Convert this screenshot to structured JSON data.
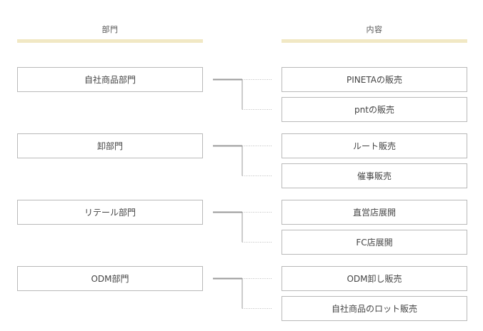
{
  "headers": {
    "left": "部門",
    "right": "内容"
  },
  "groups": [
    {
      "department": "自社商品部門",
      "items": [
        "PINETAの販売",
        "pntの販売"
      ]
    },
    {
      "department": "卸部門",
      "items": [
        "ルート販売",
        "催事販売"
      ]
    },
    {
      "department": "リテール部門",
      "items": [
        "直営店展開",
        "FC店展開"
      ]
    },
    {
      "department": "ODM部門",
      "items": [
        "ODM卸し販売",
        "自社商品のロット販売"
      ]
    }
  ],
  "colors": {
    "header_bar": "#f1e8c4",
    "box_border": "#b9b9b9",
    "connector": "#9a9a9a"
  }
}
